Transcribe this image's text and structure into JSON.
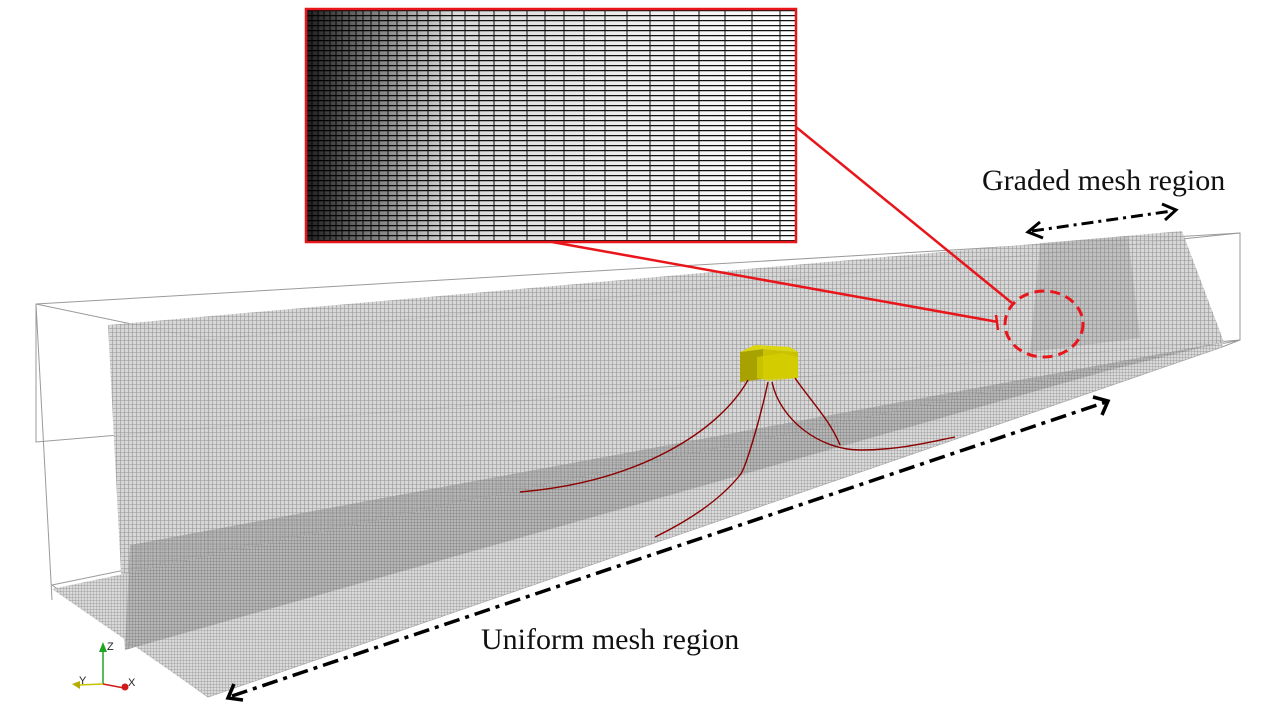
{
  "labels": {
    "graded": "Graded mesh region",
    "uniform": "Uniform mesh region"
  },
  "axes": {
    "z": "Z",
    "y": "Y",
    "x": "X"
  },
  "colors": {
    "highlight": "#e8161b",
    "body": "#c8c200",
    "mooring": "#8b0000",
    "mesh_fill": "#c9c9c9",
    "mesh_line": "#6a6a6a",
    "arrow": "#000000",
    "axis_z": "#1fa51f",
    "axis_y": "#c8c200",
    "axis_x": "#d01a1a"
  },
  "icons": [
    "zoom-inset",
    "dashed-ellipse",
    "double-arrow",
    "axis-triad"
  ]
}
